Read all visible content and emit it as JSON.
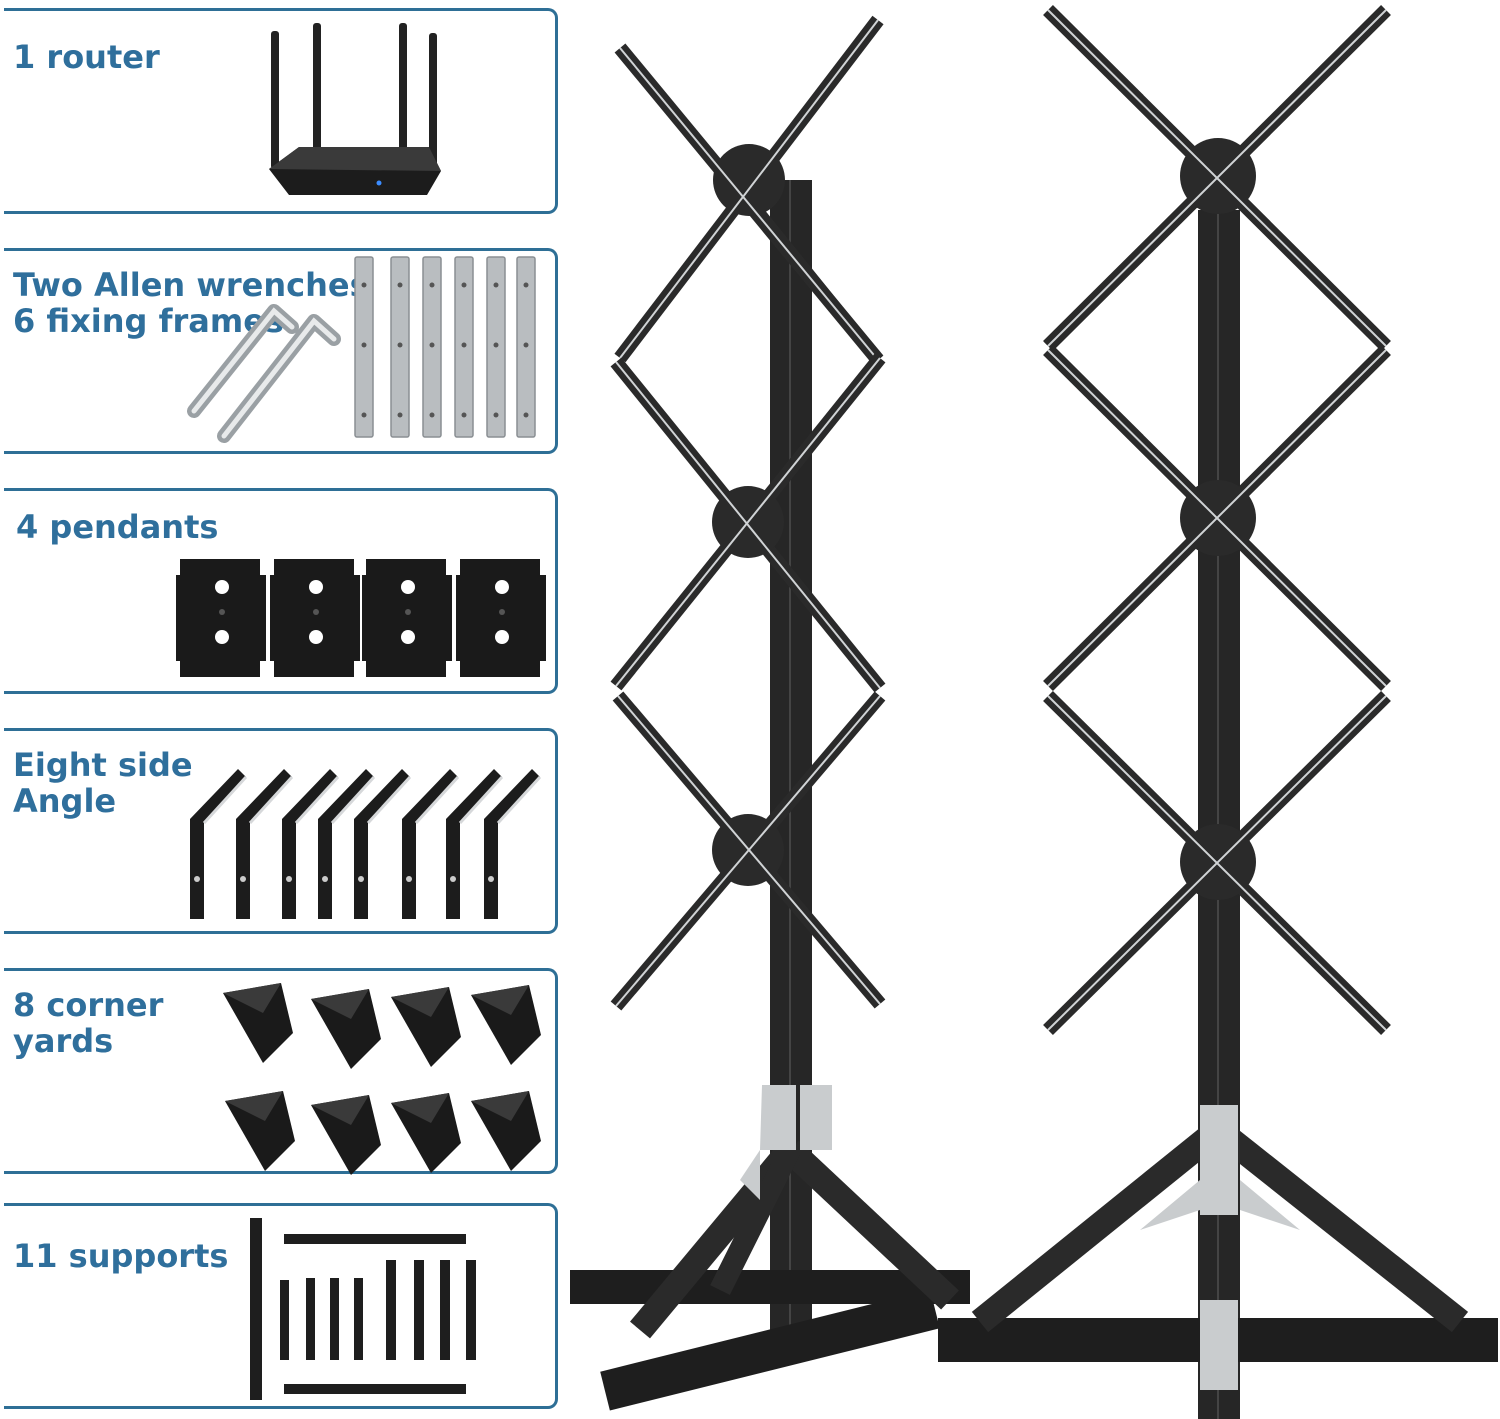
{
  "panels": [
    {
      "label": "1 router",
      "icon": "router-icon"
    },
    {
      "label": "Two Allen wrenches\n6 fixing frames",
      "icon": "allen-wrench-icon"
    },
    {
      "label": "4 pendants",
      "icon": "pendant-plate-icon"
    },
    {
      "label": "Eight side\nAngle",
      "icon": "side-angle-bracket-icon"
    },
    {
      "label": "8 corner\nyards",
      "icon": "corner-yard-icon"
    },
    {
      "label": "11 supports",
      "icon": "support-rail-icon"
    }
  ],
  "colors": {
    "border": "#2e6f96",
    "label": "#2f6f9c",
    "frame": "#2b2b2b",
    "metal": "#c9ccce"
  }
}
